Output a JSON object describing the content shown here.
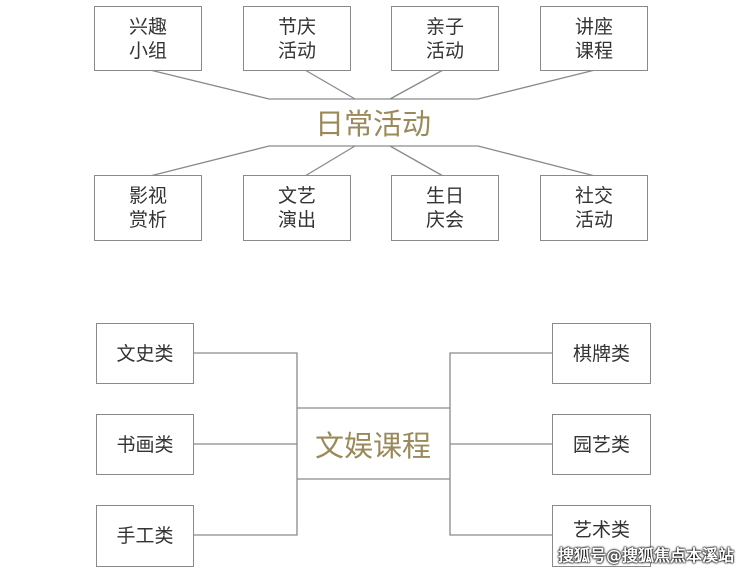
{
  "diagram1": {
    "title": "日常活动",
    "top": [
      [
        "兴趣",
        "小组"
      ],
      [
        "节庆",
        "活动"
      ],
      [
        "亲子",
        "活动"
      ],
      [
        "讲座",
        "课程"
      ]
    ],
    "bottom": [
      [
        "影视",
        "赏析"
      ],
      [
        "文艺",
        "演出"
      ],
      [
        "生日",
        "庆会"
      ],
      [
        "社交",
        "活动"
      ]
    ]
  },
  "diagram2": {
    "title": "文娱课程",
    "left": [
      "文史类",
      "书画类",
      "手工类"
    ],
    "right": [
      "棋牌类",
      "园艺类",
      "艺术类"
    ]
  },
  "watermark": "搜狐号@搜狐焦点本溪站",
  "colors": {
    "title": "#9a8a5a",
    "line": "#8a8a8a"
  }
}
